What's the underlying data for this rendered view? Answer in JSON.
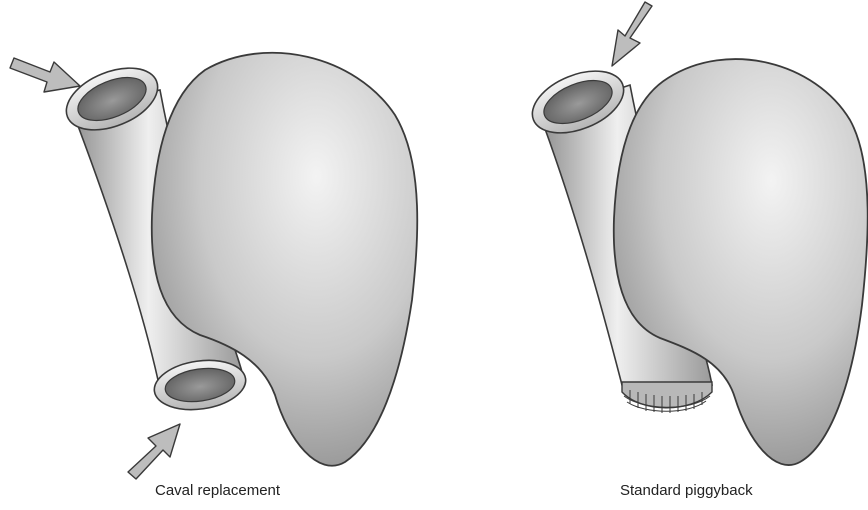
{
  "panels": [
    {
      "caption": "Caval replacement"
    },
    {
      "caption": "Standard piggyback"
    }
  ],
  "colors": {
    "background": "#ffffff",
    "outline": "#3a3a3a",
    "liver_light": "#f2f2f2",
    "liver_dark": "#8e8e8e",
    "vessel_light": "#eeeeee",
    "vessel_dark": "#9a9a9a",
    "lumen": "#7a7a7a",
    "arrow_fill": "#bdbdbd"
  },
  "icons": [
    "arrow-icon",
    "suture-line"
  ]
}
